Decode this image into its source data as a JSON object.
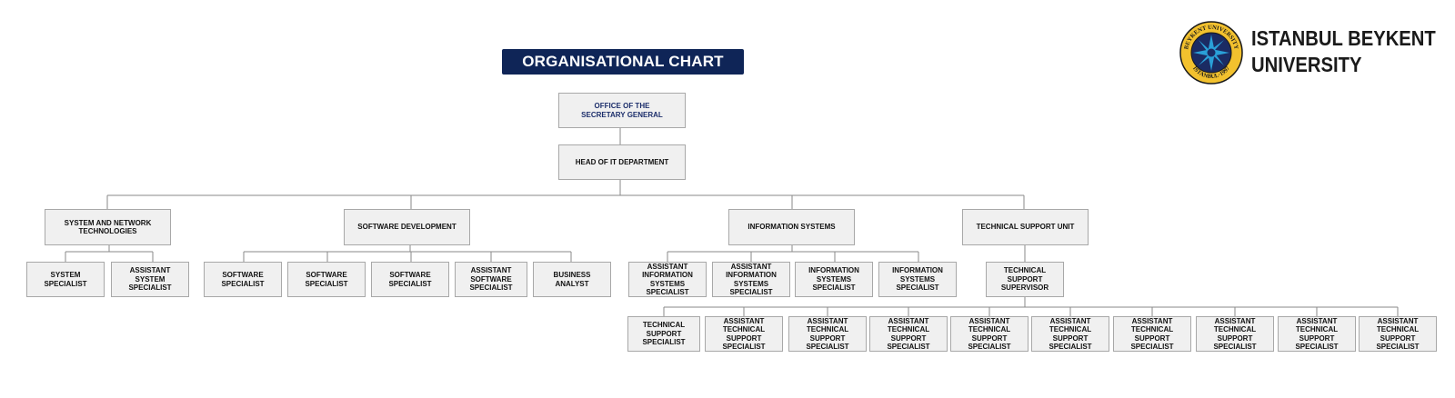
{
  "title": "ORGANISATIONAL CHART",
  "logo": {
    "line1": "ISTANBUL BEYKENT",
    "line2": "UNIVERSITY",
    "seal_top_text": "BEYKENT UNIVERSITY",
    "seal_bottom_text": "ISTANBUL·1997",
    "colors": {
      "ring": "#f2c12e",
      "inner": "#1b2b63",
      "star": "#2aa0d8"
    }
  },
  "colors": {
    "banner": "#0f2557",
    "box_fill": "#f0f0f0",
    "box_border": "#a8a8a8",
    "line": "#8a8a8a",
    "top_text": "#1c2e6b"
  },
  "nodes": {
    "secretary": "OFFICE OF THE SECRETARY GENERAL",
    "head_it": "HEAD OF IT DEPARTMENT",
    "sys_net": "SYSTEM AND NETWORK TECHNOLOGIES",
    "soft_dev": "SOFTWARE DEVELOPMENT",
    "info_sys": "INFORMATION SYSTEMS",
    "tech_support": "TECHNICAL SUPPORT UNIT",
    "sys_spec": "SYSTEM SPECIALIST",
    "asst_sys_spec": "ASSISTANT SYSTEM SPECIALIST",
    "sw_spec_1": "SOFTWARE SPECIALIST",
    "sw_spec_2": "SOFTWARE SPECIALIST",
    "sw_spec_3": "SOFTWARE SPECIALIST",
    "asst_sw_spec": "ASSISTANT SOFTWARE SPECIALIST",
    "biz_analyst": "BUSINESS ANALYST",
    "asst_is_spec_1": "ASSISTANT INFORMATION SYSTEMS SPECIALIST",
    "asst_is_spec_2": "ASSISTANT INFORMATION SYSTEMS SPECIALIST",
    "is_spec_1": "INFORMATION SYSTEMS SPECIALIST",
    "is_spec_2": "INFORMATION SYSTEMS SPECIALIST",
    "ts_supervisor": "TECHNICAL SUPPORT SUPERVISOR",
    "ts_spec": "TECHNICAL SUPPORT SPECIALIST",
    "asst_ts_1": "ASSISTANT TECHNICAL SUPPORT SPECIALIST",
    "asst_ts_2": "ASSISTANT TECHNICAL SUPPORT SPECIALIST",
    "asst_ts_3": "ASSISTANT TECHNICAL SUPPORT SPECIALIST",
    "asst_ts_4": "ASSISTANT TECHNICAL SUPPORT SPECIALIST",
    "asst_ts_5": "ASSISTANT TECHNICAL SUPPORT SPECIALIST",
    "asst_ts_6": "ASSISTANT TECHNICAL SUPPORT SPECIALIST",
    "asst_ts_7": "ASSISTANT TECHNICAL SUPPORT SPECIALIST",
    "asst_ts_8": "ASSISTANT TECHNICAL SUPPORT SPECIALIST",
    "asst_ts_9": "ASSISTANT TECHNICAL SUPPORT SPECIALIST"
  }
}
